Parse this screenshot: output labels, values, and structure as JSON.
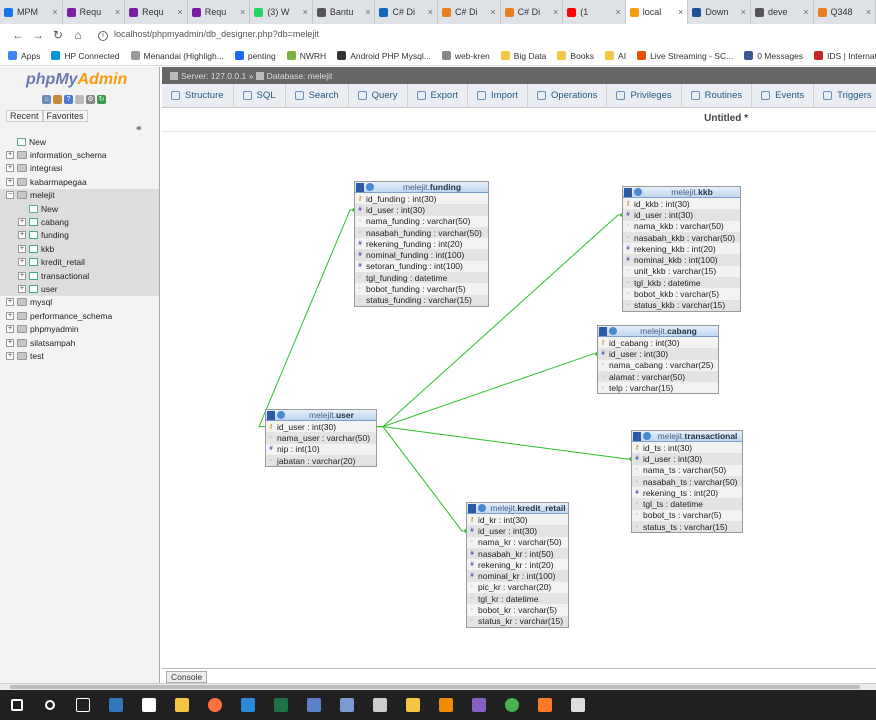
{
  "browser": {
    "tabs": [
      {
        "label": "MPM",
        "color": "#1a73e8"
      },
      {
        "label": "Requ",
        "color": "#7b1fa2"
      },
      {
        "label": "Requ",
        "color": "#7b1fa2"
      },
      {
        "label": "Requ",
        "color": "#7b1fa2"
      },
      {
        "label": "(3) W",
        "color": "#25d366"
      },
      {
        "label": "Bantu",
        "color": "#555555"
      },
      {
        "label": "C# Di",
        "color": "#1565c0"
      },
      {
        "label": "C# Di",
        "color": "#e67e22"
      },
      {
        "label": "C# Di",
        "color": "#e67e22"
      },
      {
        "label": "(1",
        "color": "#ff0000"
      },
      {
        "label": "local",
        "color": "#f89c0e",
        "active": true
      },
      {
        "label": "Down",
        "color": "#1f4e96"
      },
      {
        "label": "deve",
        "color": "#555555"
      },
      {
        "label": "Q348",
        "color": "#e67e22"
      }
    ],
    "url": "localhost/phpmyadmin/db_designer.php?db=melejit",
    "bookmarks": [
      {
        "label": "Apps",
        "color": "#4285f4"
      },
      {
        "label": "HP Connected",
        "color": "#0096d6"
      },
      {
        "label": "Menandai (Highligh...",
        "color": "#999999"
      },
      {
        "label": "penting",
        "color": "#1769ff"
      },
      {
        "label": "NWRH",
        "color": "#7cb342"
      },
      {
        "label": "Android PHP Mysql...",
        "color": "#333333"
      },
      {
        "label": "web-kren",
        "color": "#888888"
      },
      {
        "label": "Big Data",
        "color": "#f4c542"
      },
      {
        "label": "Books",
        "color": "#f4c542"
      },
      {
        "label": "AI",
        "color": "#f4c542"
      },
      {
        "label": "Live Streaming - SC...",
        "color": "#e65100"
      },
      {
        "label": "0 Messages",
        "color": "#3b5998"
      },
      {
        "label": "IDS | Internati",
        "color": "#c62828"
      }
    ]
  },
  "sidebar": {
    "logo_main": "phpMy",
    "logo_accent": "Admin",
    "recent_label": "Recent",
    "favorites_label": "Favorites",
    "tree": [
      {
        "label": "New",
        "level": 0,
        "kind": "new"
      },
      {
        "label": "information_schema",
        "level": 0,
        "kind": "db"
      },
      {
        "label": "integrasi",
        "level": 0,
        "kind": "db"
      },
      {
        "label": "kabarmapegaa",
        "level": 0,
        "kind": "db"
      },
      {
        "label": "melejit",
        "level": 0,
        "kind": "db",
        "open": true,
        "selected": true
      },
      {
        "label": "New",
        "level": 1,
        "kind": "new",
        "selected": true
      },
      {
        "label": "cabang",
        "level": 1,
        "kind": "table",
        "selected": true
      },
      {
        "label": "funding",
        "level": 1,
        "kind": "table",
        "selected": true
      },
      {
        "label": "kkb",
        "level": 1,
        "kind": "table",
        "selected": true
      },
      {
        "label": "kredit_retail",
        "level": 1,
        "kind": "table",
        "selected": true
      },
      {
        "label": "transactional",
        "level": 1,
        "kind": "table",
        "selected": true
      },
      {
        "label": "user",
        "level": 1,
        "kind": "table",
        "selected": true
      },
      {
        "label": "mysql",
        "level": 0,
        "kind": "db"
      },
      {
        "label": "performance_schema",
        "level": 0,
        "kind": "db"
      },
      {
        "label": "phpmyadmin",
        "level": 0,
        "kind": "db"
      },
      {
        "label": "silatsampah",
        "level": 0,
        "kind": "db"
      },
      {
        "label": "test",
        "level": 0,
        "kind": "db"
      }
    ]
  },
  "breadcrumb": {
    "server": "Server: 127.0.0.1 »",
    "database": "Database: melejit"
  },
  "menu": [
    {
      "label": "Structure"
    },
    {
      "label": "SQL"
    },
    {
      "label": "Search"
    },
    {
      "label": "Query"
    },
    {
      "label": "Export"
    },
    {
      "label": "Import"
    },
    {
      "label": "Operations"
    },
    {
      "label": "Privileges"
    },
    {
      "label": "Routines"
    },
    {
      "label": "Events"
    },
    {
      "label": "Triggers"
    }
  ],
  "designer": {
    "title": "Untitled *",
    "tables": [
      {
        "db": "melejit",
        "name": "funding",
        "cols": [
          {
            "t": "key",
            "c": "id_funding : int(30)"
          },
          {
            "t": "num",
            "c": "id_user : int(30)"
          },
          {
            "t": "txt",
            "c": "nama_funding : varchar(50)"
          },
          {
            "t": "txt",
            "c": "nasabah_funding : varchar(50)"
          },
          {
            "t": "num",
            "c": "rekening_funding : int(20)"
          },
          {
            "t": "num",
            "c": "nominal_funding : int(100)"
          },
          {
            "t": "num",
            "c": "setoran_funding : int(100)"
          },
          {
            "t": "txt",
            "c": "tgl_funding : datetime"
          },
          {
            "t": "txt",
            "c": "bobot_funding : varchar(5)"
          },
          {
            "t": "txt",
            "c": "status_funding : varchar(15)"
          }
        ]
      },
      {
        "db": "melejit",
        "name": "kkb",
        "cols": [
          {
            "t": "key",
            "c": "id_kkb : int(30)"
          },
          {
            "t": "num",
            "c": "id_user : int(30)"
          },
          {
            "t": "txt",
            "c": "nama_kkb : varchar(50)"
          },
          {
            "t": "txt",
            "c": "nasabah_kkb : varchar(50)"
          },
          {
            "t": "num",
            "c": "rekening_kkb : int(20)"
          },
          {
            "t": "num",
            "c": "nominal_kkb : int(100)"
          },
          {
            "t": "txt",
            "c": "unit_kkb : varchar(15)"
          },
          {
            "t": "txt",
            "c": "tgl_kkb : datetime"
          },
          {
            "t": "txt",
            "c": "bobot_kkb : varchar(5)"
          },
          {
            "t": "txt",
            "c": "status_kkb : varchar(15)"
          }
        ]
      },
      {
        "db": "melejit",
        "name": "cabang",
        "cols": [
          {
            "t": "key",
            "c": "id_cabang : int(30)"
          },
          {
            "t": "num",
            "c": "id_user : int(30)"
          },
          {
            "t": "txt",
            "c": "nama_cabang : varchar(25)"
          },
          {
            "t": "txt",
            "c": "alamat : varchar(50)"
          },
          {
            "t": "txt",
            "c": "telp : varchar(15)"
          }
        ]
      },
      {
        "db": "melejit",
        "name": "user",
        "cols": [
          {
            "t": "key",
            "c": "id_user : int(30)"
          },
          {
            "t": "txt",
            "c": "nama_user : varchar(50)"
          },
          {
            "t": "num",
            "c": "nip : int(10)"
          },
          {
            "t": "txt",
            "c": "jabatan : varchar(20)"
          }
        ]
      },
      {
        "db": "melejit",
        "name": "transactional",
        "cols": [
          {
            "t": "key",
            "c": "id_ts : int(30)"
          },
          {
            "t": "num",
            "c": "id_user : int(30)"
          },
          {
            "t": "txt",
            "c": "nama_ts : varchar(50)"
          },
          {
            "t": "txt",
            "c": "nasabah_ts : varchar(50)"
          },
          {
            "t": "num",
            "c": "rekening_ts : int(20)"
          },
          {
            "t": "txt",
            "c": "tgl_ts : datetime"
          },
          {
            "t": "txt",
            "c": "bobot_ts : varchar(5)"
          },
          {
            "t": "txt",
            "c": "status_ts : varchar(15)"
          }
        ]
      },
      {
        "db": "melejit",
        "name": "kredit_retail",
        "cols": [
          {
            "t": "key",
            "c": "id_kr : int(30)"
          },
          {
            "t": "num",
            "c": "id_user : int(30)"
          },
          {
            "t": "txt",
            "c": "nama_kr : varchar(50)"
          },
          {
            "t": "num",
            "c": "nasabah_kr : int(50)"
          },
          {
            "t": "num",
            "c": "rekening_kr : int(20)"
          },
          {
            "t": "num",
            "c": "nominal_kr : int(100)"
          },
          {
            "t": "txt",
            "c": "pic_kr : varchar(20)"
          },
          {
            "t": "txt",
            "c": "tgl_kr : datetime"
          },
          {
            "t": "txt",
            "c": "bobot_kr : varchar(5)"
          },
          {
            "t": "txt",
            "c": "status_kr : varchar(15)"
          }
        ]
      }
    ],
    "relation_color": "#2fbf2f"
  },
  "console_label": "Console",
  "taskbar": {
    "apps": [
      {
        "name": "windows-start",
        "color": "#ffffff"
      },
      {
        "name": "search",
        "color": "#ffffff"
      },
      {
        "name": "task-view",
        "color": "#ffffff"
      },
      {
        "name": "edge",
        "color": "#3277bc"
      },
      {
        "name": "store",
        "color": "#ffffff"
      },
      {
        "name": "notes",
        "color": "#f4c542"
      },
      {
        "name": "firefox",
        "color": "#ff7139"
      },
      {
        "name": "vscode",
        "color": "#2a8ad8"
      },
      {
        "name": "excel",
        "color": "#1e7145"
      },
      {
        "name": "app-blue",
        "color": "#5b7fc8"
      },
      {
        "name": "app-doc",
        "color": "#7a9bd3"
      },
      {
        "name": "remote",
        "color": "#cccccc"
      },
      {
        "name": "explorer",
        "color": "#f4c542"
      },
      {
        "name": "sublime",
        "color": "#f08a00"
      },
      {
        "name": "visual-studio",
        "color": "#865fc5"
      },
      {
        "name": "chrome",
        "color": "#4caf50"
      },
      {
        "name": "xampp",
        "color": "#fb7a24"
      },
      {
        "name": "calculator",
        "color": "#dddddd"
      }
    ]
  }
}
